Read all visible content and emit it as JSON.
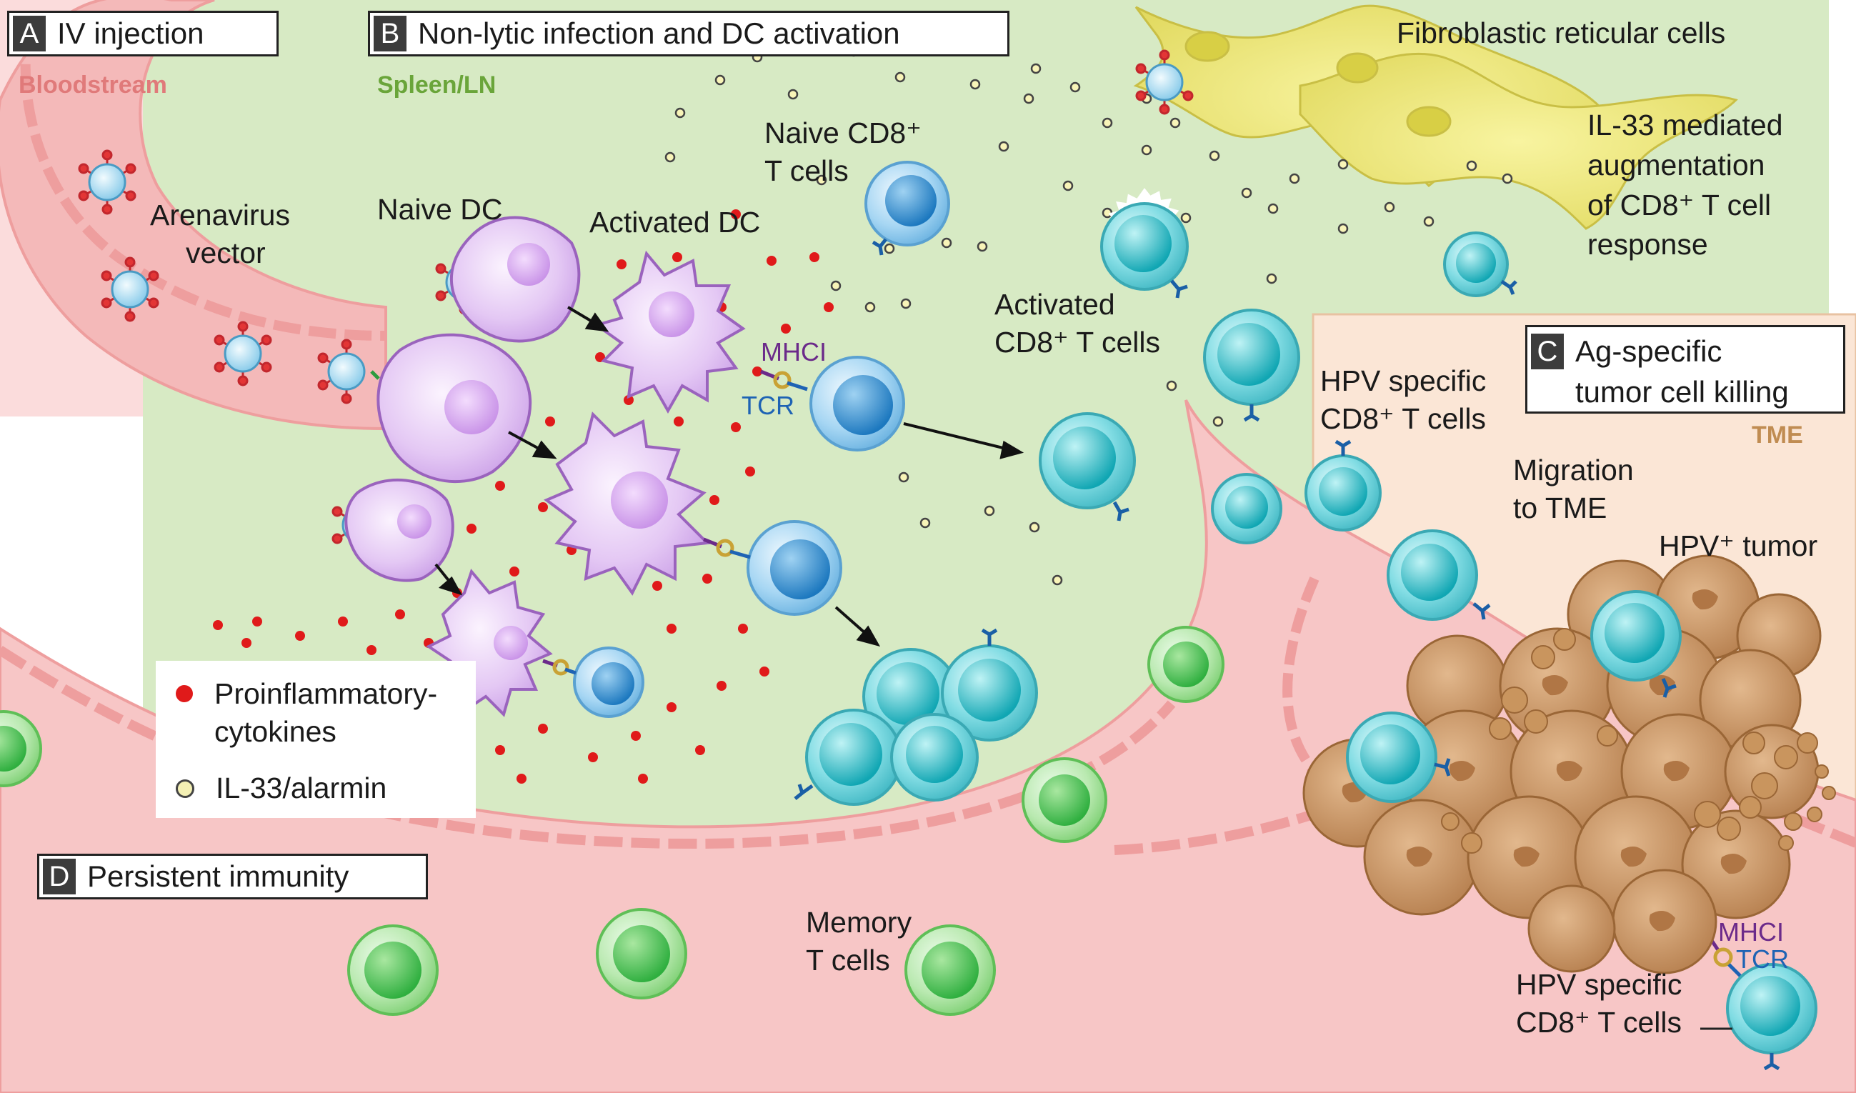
{
  "panels": {
    "a": {
      "letter": "A",
      "title": "IV injection"
    },
    "b": {
      "letter": "B",
      "title": "Non-lytic infection and DC activation"
    },
    "c": {
      "letter": "C",
      "title_line1": "Ag-specific",
      "title_line2": "tumor cell killing"
    },
    "d": {
      "letter": "D",
      "title": "Persistent immunity"
    }
  },
  "regions": {
    "bloodstream": "Bloodstream",
    "spleen": "Spleen/LN",
    "tme": "TME"
  },
  "labels": {
    "arenavirus_line1": "Arenavirus",
    "arenavirus_line2": "vector",
    "naive_dc": "Naive DC",
    "activated_dc": "Activated DC",
    "naive_cd8_line1": "Naive CD8⁺",
    "naive_cd8_line2": "T cells",
    "activated_cd8_line1": "Activated",
    "activated_cd8_line2": "CD8⁺ T cells",
    "frc": "Fibroblastic reticular cells",
    "il33_line1": "IL-33 mediated",
    "il33_line2": "augmentation",
    "il33_line3": "of CD8⁺ T cell",
    "il33_line4": "response",
    "hpv_cd8_line1": "HPV specific",
    "hpv_cd8_line2": "CD8⁺ T cells",
    "migration_line1": "Migration",
    "migration_line2": "to TME",
    "hpv_tumor": "HPV⁺ tumor",
    "memory_line1": "Memory",
    "memory_line2": "T cells",
    "mhci": "MHCI",
    "tcr": "TCR",
    "mhci_2": "MHCI",
    "tcr_2": "TCR",
    "hpv_cd8_b_line1": "HPV specific",
    "hpv_cd8_b_line2": "CD8⁺ T cells"
  },
  "legend": {
    "cytokines_line1": "Proinflammatory-",
    "cytokines_line2": "cytokines",
    "il33": "IL-33/alarmin"
  },
  "colors": {
    "bloodstream_text": "#e07a7a",
    "spleen_text": "#6aa53a",
    "tme_text": "#c08c52",
    "cytokine": "#e01a1a",
    "il33": "#f4f0b4",
    "mhc": "#6b2a8a",
    "tcr": "#1e63b4"
  }
}
